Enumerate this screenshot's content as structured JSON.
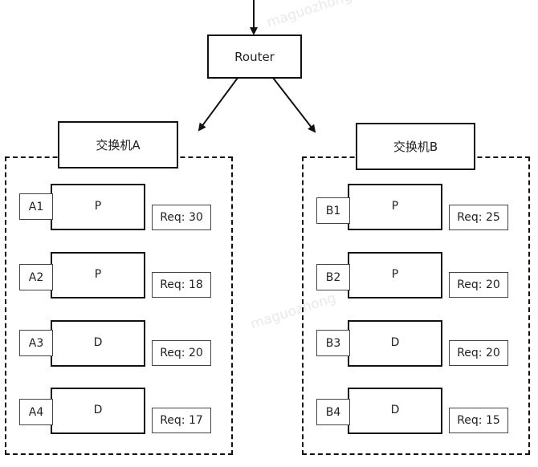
{
  "router": {
    "label": "Router"
  },
  "switch_a": {
    "label": "交换机A",
    "nodes": [
      {
        "id": "A1",
        "role": "P",
        "req": "Req: 30"
      },
      {
        "id": "A2",
        "role": "P",
        "req": "Req: 18"
      },
      {
        "id": "A3",
        "role": "D",
        "req": "Req: 20"
      },
      {
        "id": "A4",
        "role": "D",
        "req": "Req: 17"
      }
    ]
  },
  "switch_b": {
    "label": "交换机B",
    "nodes": [
      {
        "id": "B1",
        "role": "P",
        "req": "Req: 25"
      },
      {
        "id": "B2",
        "role": "P",
        "req": "Req: 20"
      },
      {
        "id": "B3",
        "role": "D",
        "req": "Req: 20"
      },
      {
        "id": "B4",
        "role": "D",
        "req": "Req: 15"
      }
    ]
  },
  "watermark": {
    "text": "maguozhong"
  }
}
